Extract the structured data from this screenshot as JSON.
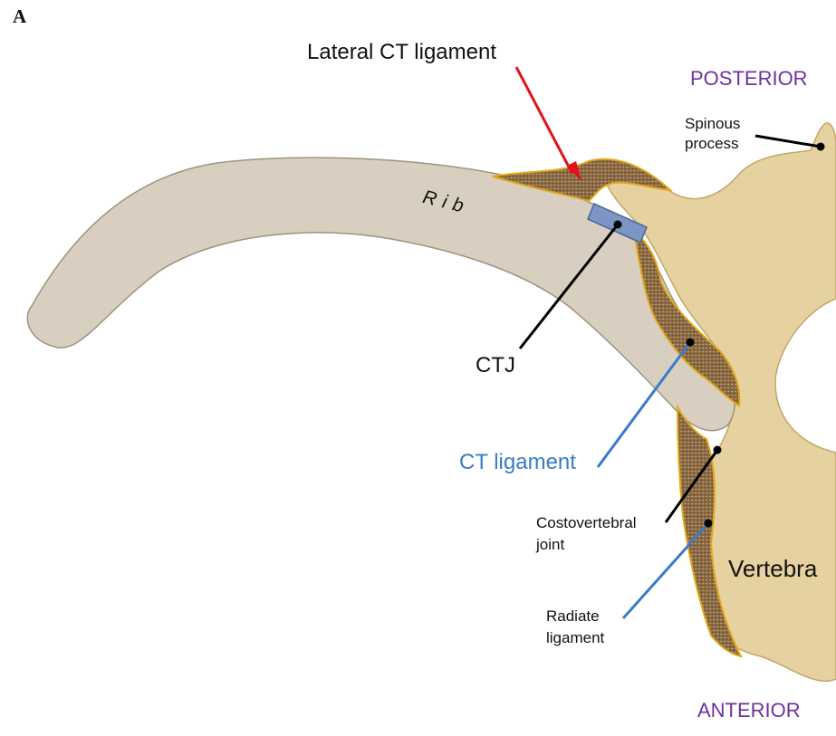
{
  "panel_label": "A",
  "labels": {
    "lateral_ct_ligament": "Lateral CT ligament",
    "posterior": "POSTERIOR",
    "anterior": "ANTERIOR",
    "spinous_process": "Spinous process",
    "rib": "Rib",
    "ctj": "CTJ",
    "ct_ligament": "CT ligament",
    "costovertebral_joint": "Costovertebral joint",
    "radiate_ligament": "Radiate ligament",
    "vertebra": "Vertebra"
  },
  "colors": {
    "bone": "#e6d2a0",
    "rib": "#d9cfc0",
    "ligament": "#8a6a45",
    "ligament_outline": "#e0a817",
    "joint_capsule": "#7d95c4",
    "orientation_text": "#7030a0",
    "ct_ligament_arrow": "#3a7bc8",
    "lateral_ligament_arrow": "#e3121b",
    "leader_line": "#000000"
  }
}
